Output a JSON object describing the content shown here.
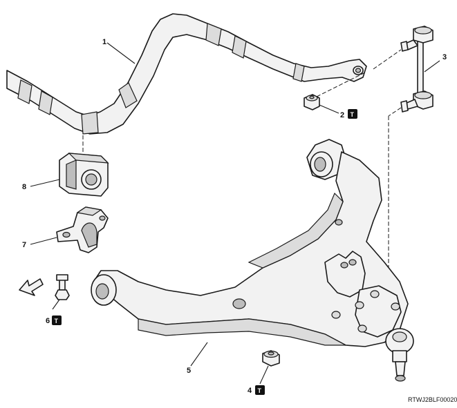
{
  "callouts": {
    "c1": "1",
    "c2": "2",
    "c3": "3",
    "c4": "4",
    "c5": "5",
    "c6": "6",
    "c7": "7",
    "c8": "8"
  },
  "torque_symbol": "T",
  "reference_code": "RTWJ2BLF000201",
  "icons": {
    "torque": "torque-box-icon",
    "front": "front-arrow-icon"
  }
}
